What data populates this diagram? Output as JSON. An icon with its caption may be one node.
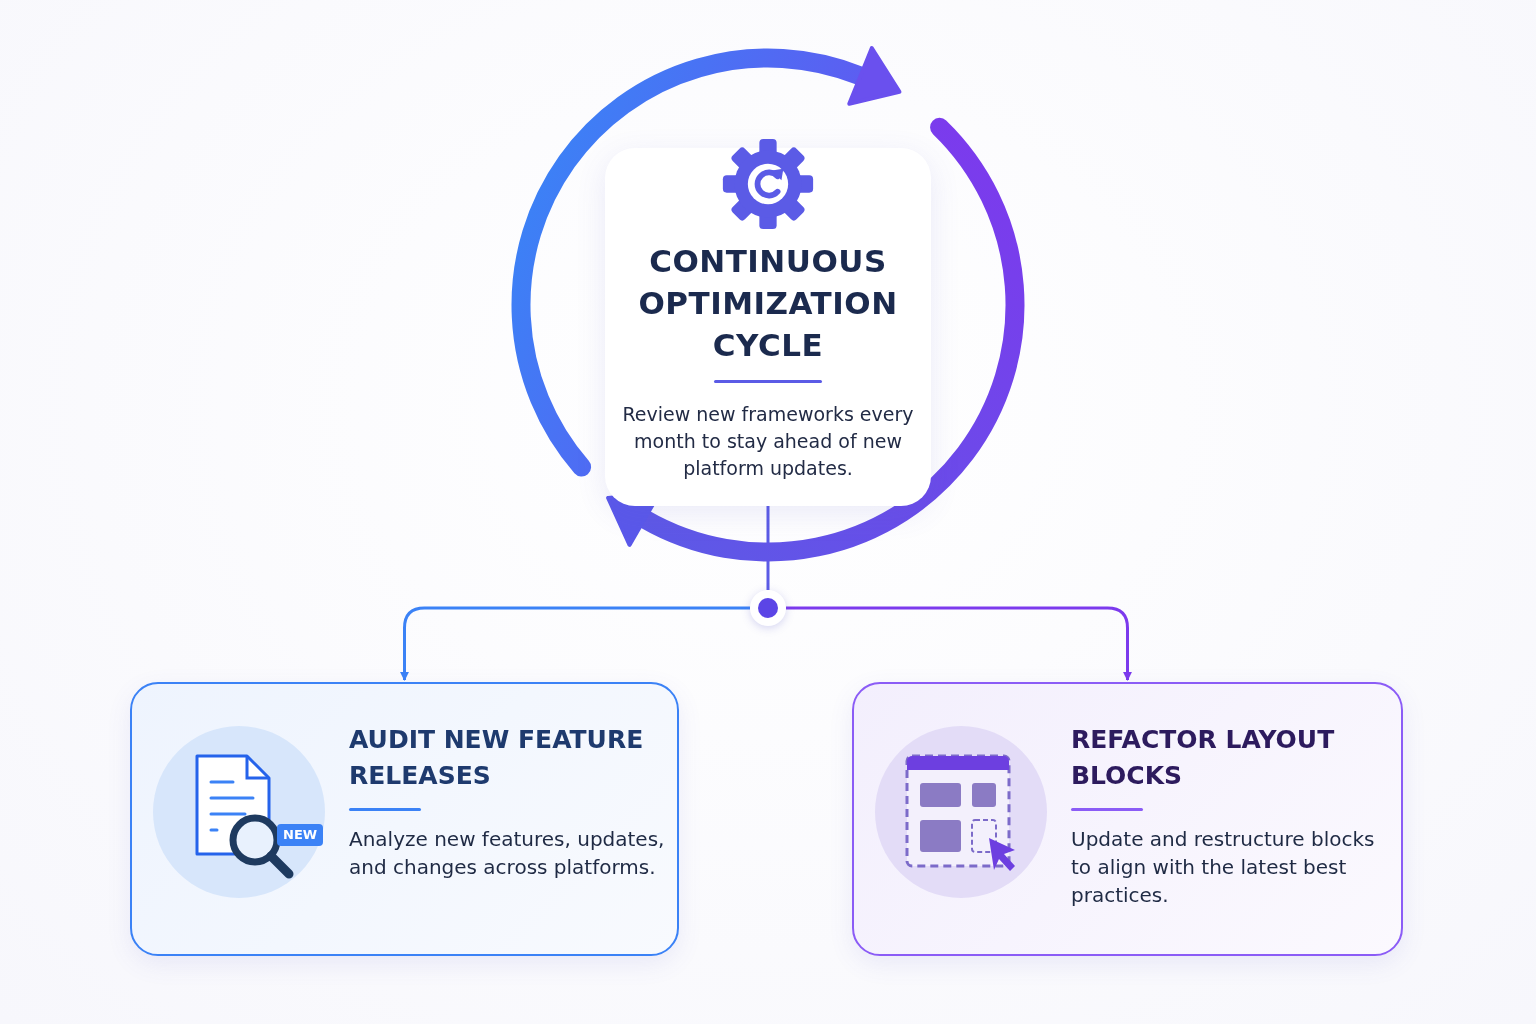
{
  "diagram": {
    "nodes": [
      {
        "text": [
          "CONTINUOUS OPTIMIZATION CYCLE",
          "Review new frameworks every month to stay ahead of new platform updates."
        ]
      },
      {
        "text": [],
        "shape": "circle"
      },
      {
        "text": [
          "AUDIT NEW FEATURE RELEASES",
          "Analyze new features, updates, and changes across platforms."
        ]
      },
      {
        "text": [
          "REFACTOR LAYOUT BLOCKS",
          "Update and restructure blocks to align with the latest best practices."
        ]
      }
    ],
    "edges": [
      {
        "from": 0,
        "to": 1,
        "arrow": "none",
        "color": "#5b5be6"
      },
      {
        "from": 1,
        "to": 2,
        "arrow": "to",
        "color": "#3b82f6"
      },
      {
        "from": 1,
        "to": 3,
        "arrow": "to",
        "color": "#7c3aed"
      }
    ],
    "labels": [
      "NEW"
    ]
  }
}
